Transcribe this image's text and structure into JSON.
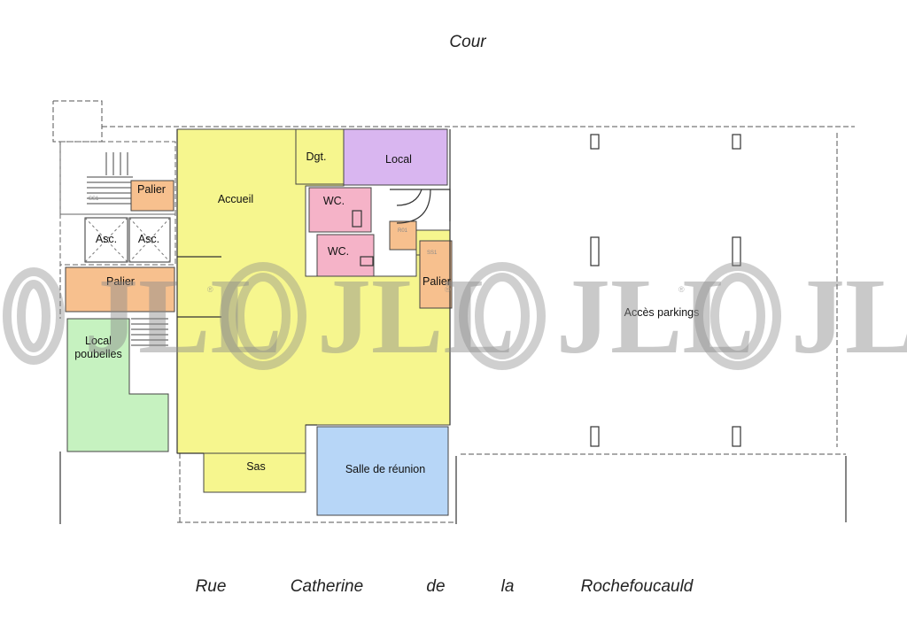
{
  "labels": {
    "cour": "Cour",
    "street": [
      "Rue",
      "Catherine",
      "de",
      "la",
      "Rochefoucauld"
    ],
    "watermark": "JLL",
    "watermark_mark": "®",
    "stair_tags": [
      "SS1",
      "R01",
      "SS1"
    ]
  },
  "rooms": {
    "accueil": "Accueil",
    "dgt": "Dgt.",
    "local": "Local",
    "wc1": "WC.",
    "wc2": "WC.",
    "palier_top": "Palier",
    "asc1": "Asc.",
    "asc2": "Asc.",
    "palier_left": "Palier",
    "palier_right": "Palier",
    "local_poubelles": [
      "Local",
      "poubelles"
    ],
    "sas": "Sas",
    "salle_reunion": "Salle de réunion",
    "acces_parkings": "Accès parkings"
  },
  "colors": {
    "yellow": "#f6f68e",
    "purple": "#d9b6f0",
    "pink": "#f5b3c8",
    "orange": "#f7c08e",
    "green": "#c6f2c0",
    "blue": "#b7d6f7",
    "wall": "#333333"
  }
}
